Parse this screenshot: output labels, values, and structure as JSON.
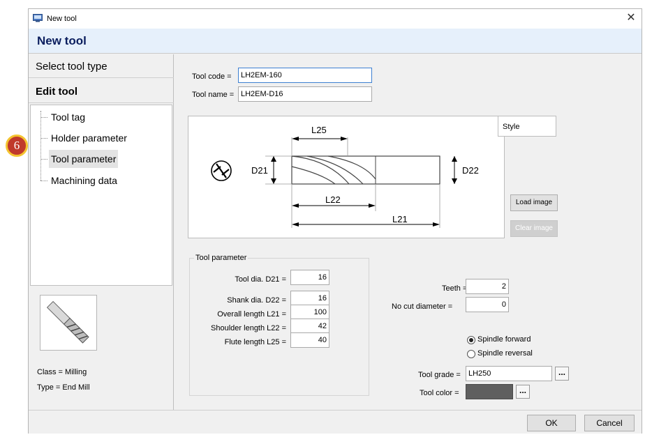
{
  "window": {
    "title": "New tool"
  },
  "header": {
    "title": "New tool"
  },
  "steps": {
    "select": "Select tool type",
    "edit": "Edit tool"
  },
  "tree": {
    "items": [
      "Tool tag",
      "Holder parameter",
      "Tool parameter",
      "Machining data"
    ],
    "selected": "Tool parameter"
  },
  "badge": "6",
  "summary": {
    "class": "Class = Milling",
    "type": "Type = End Mill"
  },
  "tool": {
    "code_label": "Tool code =",
    "code_value": "LH2EM-160",
    "name_label": "Tool name =",
    "name_value": "LH2EM-D16"
  },
  "diagram": {
    "L25": "L25",
    "L22": "L22",
    "L21": "L21",
    "D21": "D21",
    "D22": "D22"
  },
  "style_label": "Style",
  "buttons": {
    "load_image": "Load image",
    "clear_image": "Clear image",
    "ok": "OK",
    "cancel": "Cancel",
    "ellipsis": "..."
  },
  "params": {
    "legend": "Tool parameter",
    "rows": [
      {
        "label": "Tool dia. D21 =",
        "value": "16"
      },
      {
        "label": "Shank dia. D22 =",
        "value": "16"
      },
      {
        "label": "Overall length L21 =",
        "value": "100"
      },
      {
        "label": "Shoulder length L22 =",
        "value": "42"
      },
      {
        "label": "Flute length L25 =",
        "value": "40"
      }
    ]
  },
  "extra": {
    "teeth_label": "Teeth =",
    "teeth_value": "2",
    "nocut_label": "No cut diameter =",
    "nocut_value": "0"
  },
  "spindle": {
    "forward": "Spindle forward",
    "reversal": "Spindle reversal",
    "selected": "forward"
  },
  "grade": {
    "label": "Tool grade =",
    "value": "LH250"
  },
  "color": {
    "label": "Tool color =",
    "swatch": "#5f5f5f"
  },
  "colors": {
    "header_bg": "#e6f0fb",
    "header_text": "#0b1e5e",
    "badge": "#c0392b",
    "badge_ring": "#f4c430",
    "focus": "#3c7fd1"
  }
}
